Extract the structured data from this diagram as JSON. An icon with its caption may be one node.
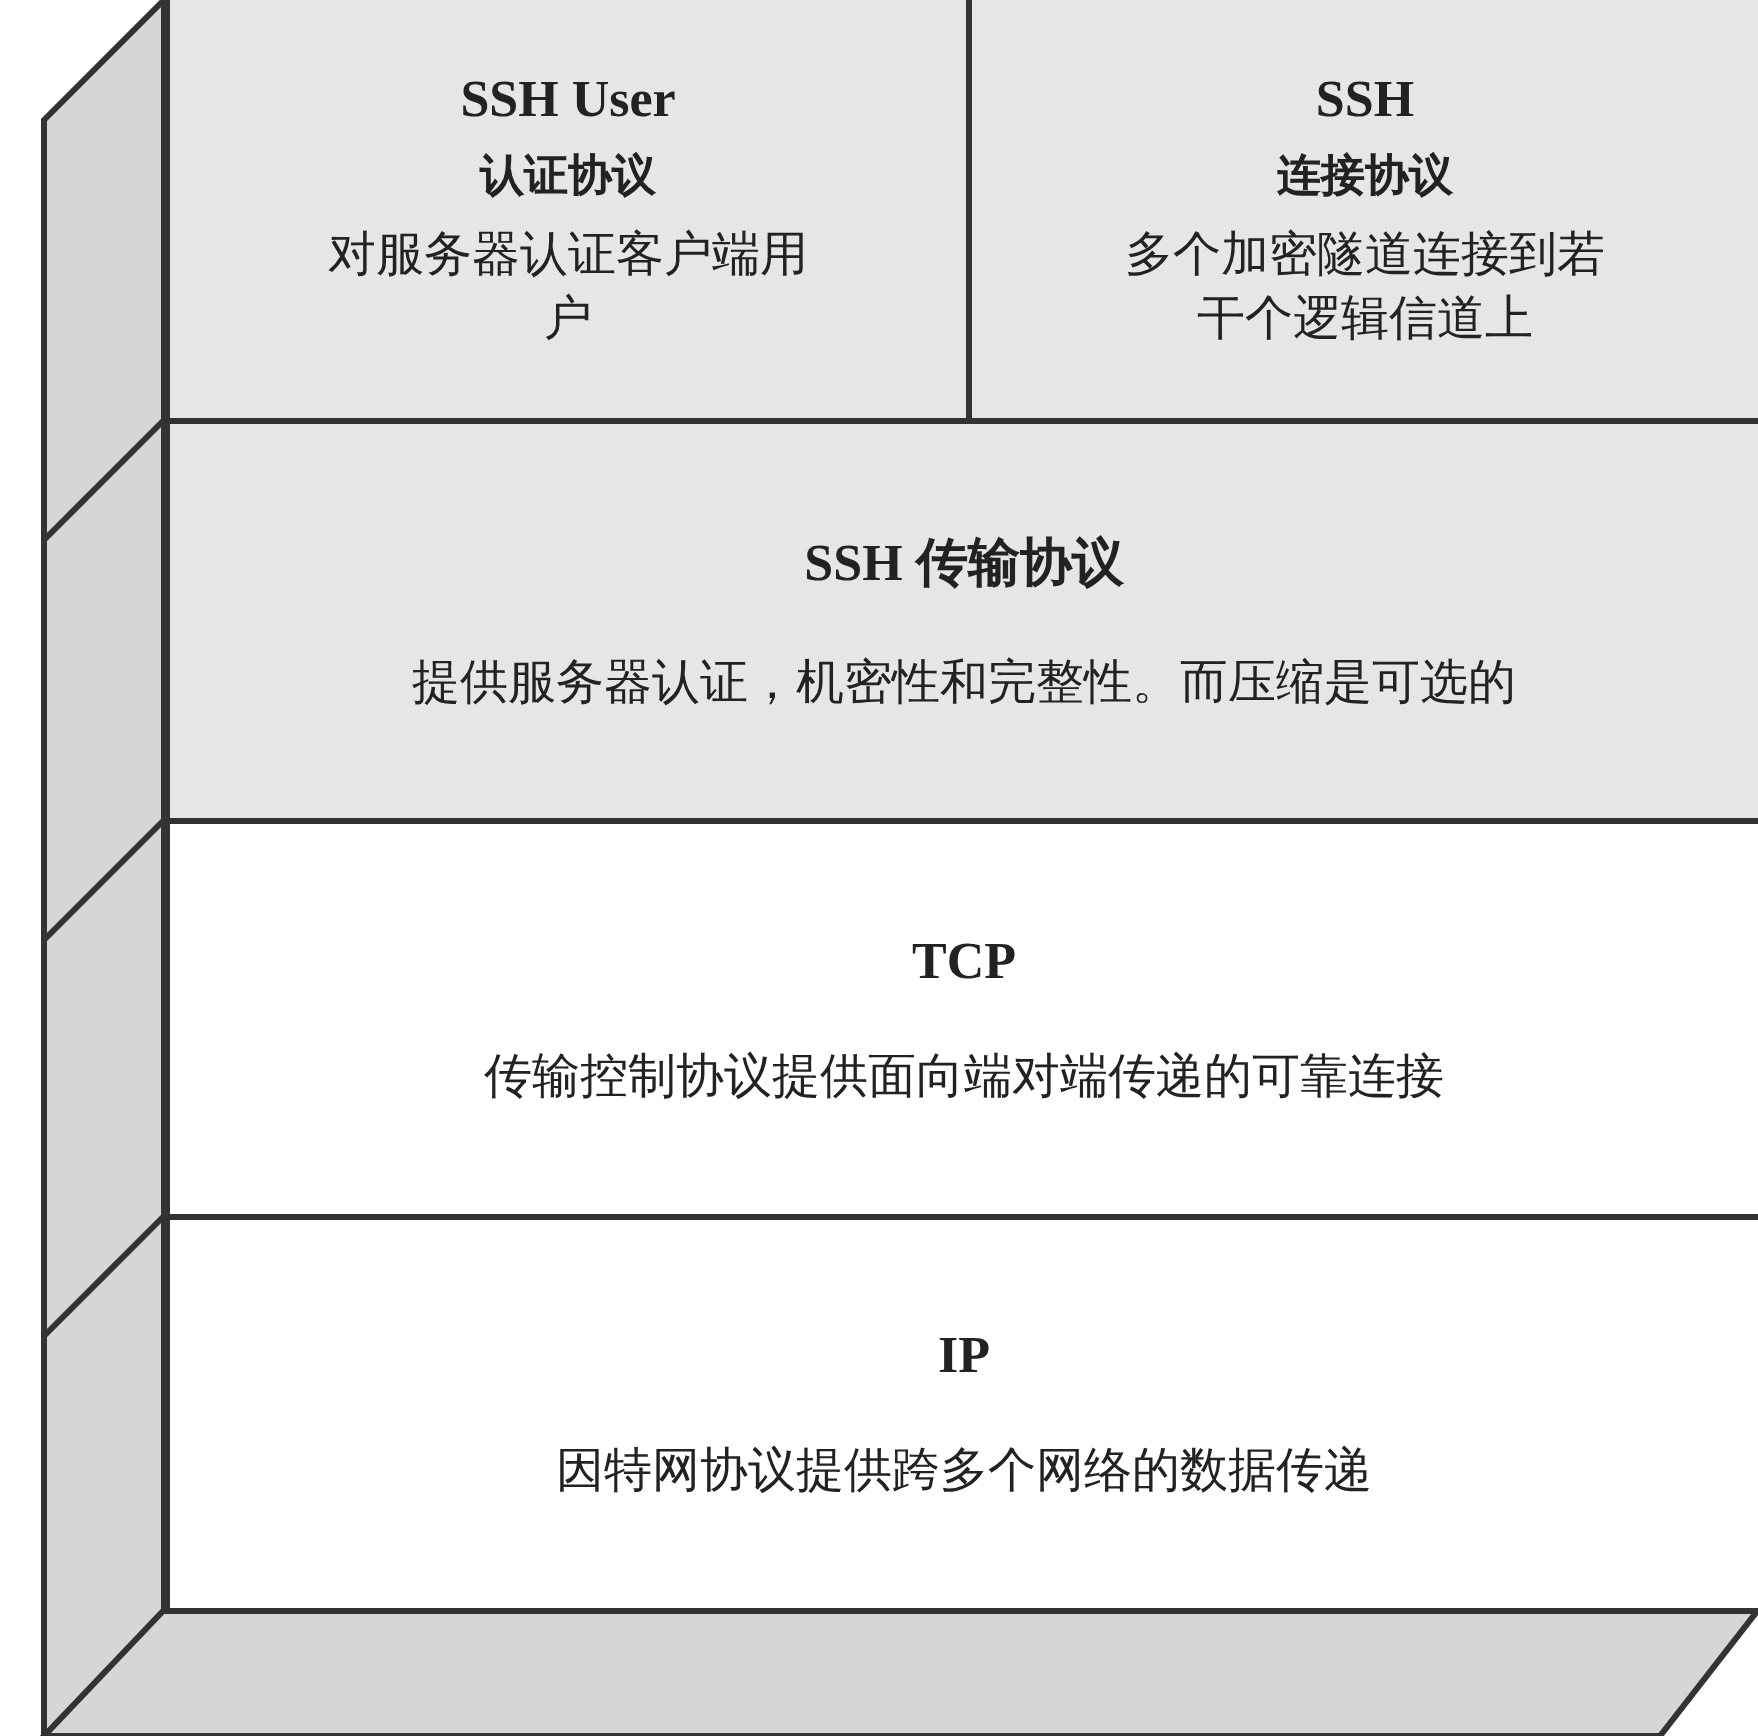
{
  "diagram": {
    "nodes": [
      {
        "text": [
          "SSH User",
          "认证协议",
          "对服务器认证客户端用户"
        ]
      },
      {
        "text": [
          "SSH",
          "连接协议",
          "多个加密隧道连接到若干个逻辑信道上"
        ]
      },
      {
        "text": [
          "SSH 传输协议",
          "提供服务器认证，机密性和完整性。而压缩是可选的"
        ]
      },
      {
        "text": [
          "TCP",
          "传输控制协议提供面向端对端传递的可靠连接"
        ]
      },
      {
        "text": [
          "IP",
          "因特网协议提供跨多个网络的数据传递"
        ]
      }
    ]
  }
}
